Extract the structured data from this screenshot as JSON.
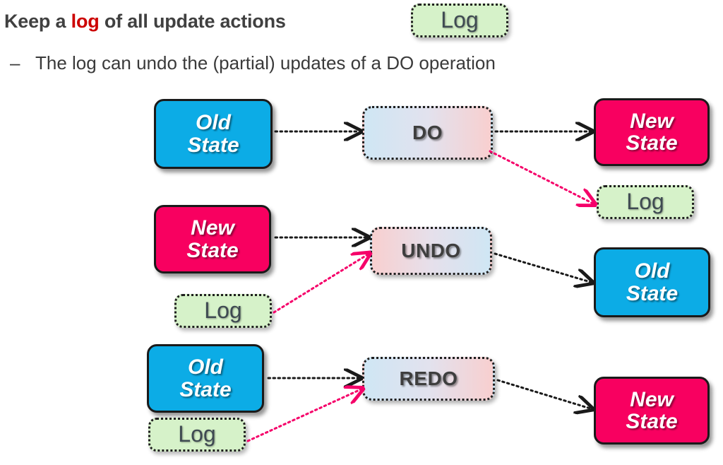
{
  "slide": {
    "title_before": "Keep a ",
    "title_highlight": "log",
    "title_after": " of all update actions",
    "bullet_dash": "–",
    "bullet_text": "The log can undo the (partial) updates of a DO operation",
    "header_log_label": "Log"
  },
  "colors": {
    "old_state": "#0CACE6",
    "new_state": "#F80060",
    "log_fill": "#D6F2C9",
    "highlight_red": "#CC0000",
    "title_gray": "#404040",
    "black_arrow": "#1a1a1a",
    "pink_arrow": "#F50069",
    "op_gradient_blue": "#CFE6F4",
    "op_gradient_pink": "#F8CFCF"
  },
  "diagram": {
    "rows": [
      {
        "name": "do-row",
        "source_state": "Old\nState",
        "source_state_line1": "Old",
        "source_state_line2": "State",
        "operation": "DO",
        "target_state_line1": "New",
        "target_state_line2": "State",
        "log_label": "Log",
        "log_role": "output"
      },
      {
        "name": "undo-row",
        "source_state_line1": "New",
        "source_state_line2": "State",
        "operation": "UNDO",
        "target_state_line1": "Old",
        "target_state_line2": "State",
        "log_label": "Log",
        "log_role": "input"
      },
      {
        "name": "redo-row",
        "source_state_line1": "Old",
        "source_state_line2": "State",
        "operation": "REDO",
        "target_state_line1": "New",
        "target_state_line2": "State",
        "log_label": "Log",
        "log_role": "input"
      }
    ]
  }
}
